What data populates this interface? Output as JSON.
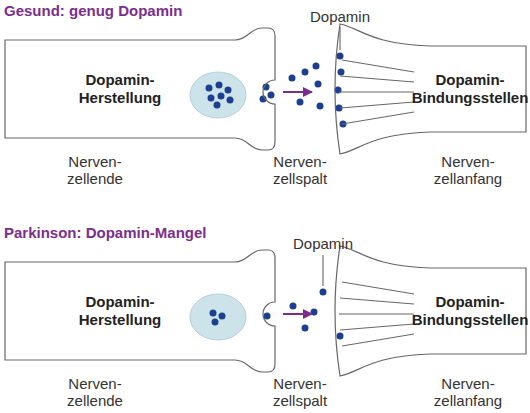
{
  "diagram": {
    "nodes": [
      {
        "text": [
          "Dopamin- Herstellung"
        ]
      },
      {
        "text": [
          "Dopamin- Bindungsstellen"
        ]
      },
      {
        "text": [
          "Dopamin- Herstellung"
        ]
      },
      {
        "text": [
          "Dopamin- Bindungsstellen"
        ]
      }
    ],
    "labels": [
      "Gesund: genug Dopamin",
      "Dopamin",
      "Nerven- zellende",
      "Nerven- zellspalt",
      "Nerven- zellanfang",
      "Parkinson: Dopamin-Mangel",
      "Dopamin",
      "Nerven- zellende",
      "Nerven- zellspalt",
      "Nerven- zellanfang"
    ]
  }
}
